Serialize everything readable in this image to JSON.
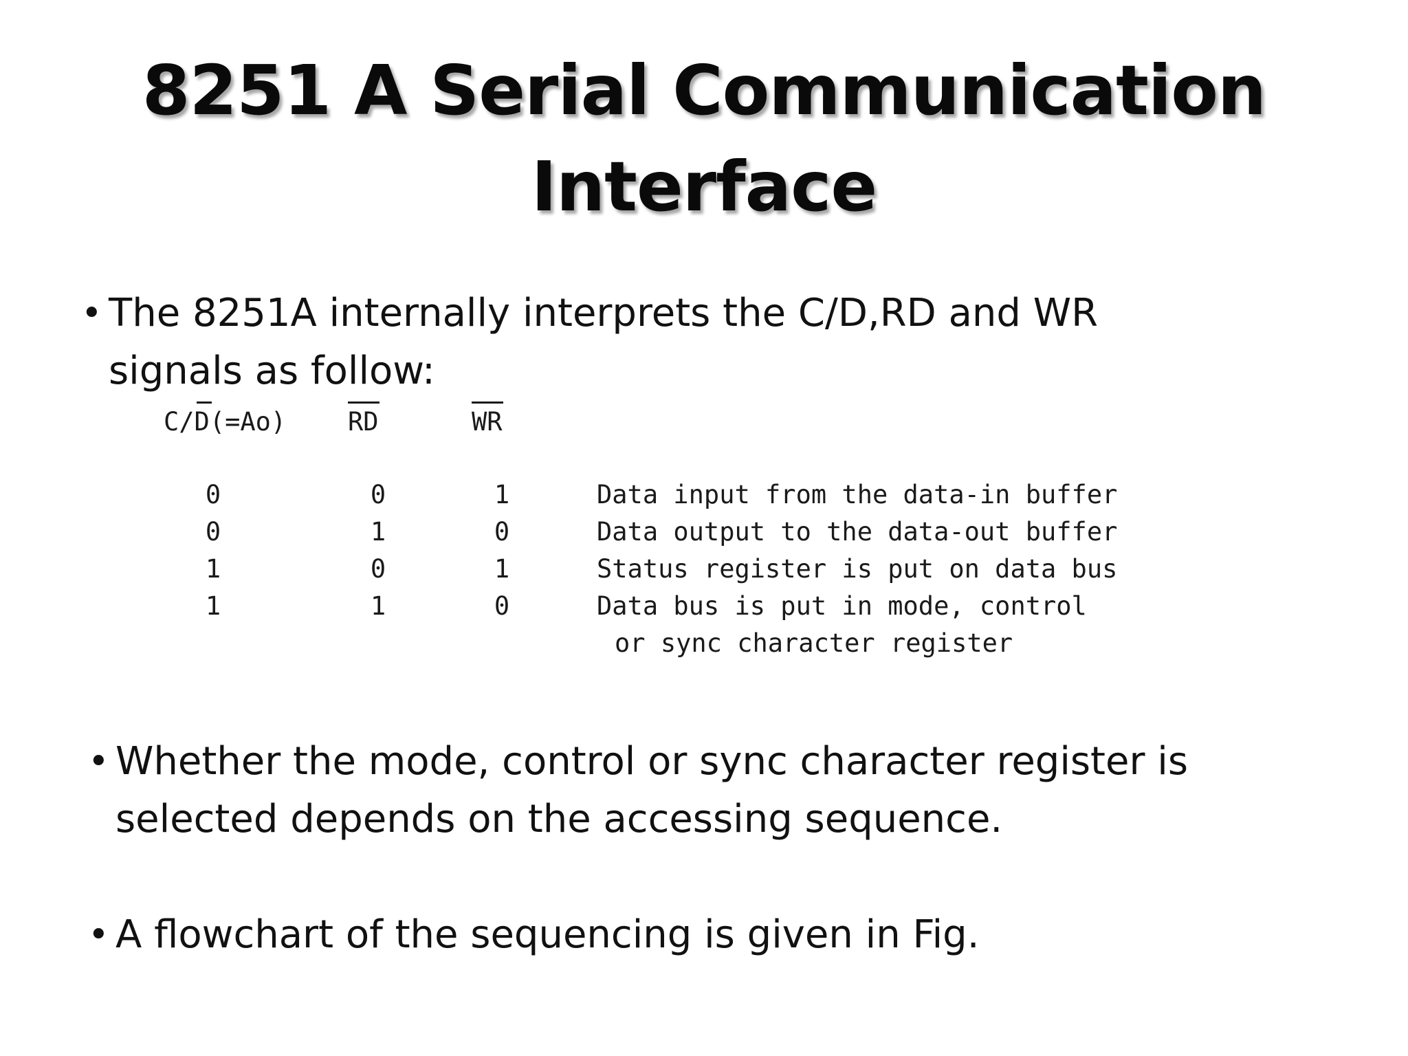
{
  "title": {
    "line1": "8251 A Serial Communication",
    "line2": "Interface"
  },
  "bullets": [
    {
      "symbol": "•",
      "line1": "The 8251A internally interprets  the C/D,RD and WR",
      "line2": "signals as follow:"
    },
    {
      "symbol": "•",
      "line1": "Whether the mode, control or sync character register is",
      "line2": "selected depends on the accessing sequence."
    },
    {
      "symbol": "•",
      "line1": "A flowchart of the sequencing  is given in Fig."
    }
  ],
  "signal_table": {
    "headers": [
      "C/D(=Ao)",
      "RD",
      "WR"
    ],
    "rows": [
      {
        "cd": "0",
        "rd": "0",
        "wr": "1",
        "desc": "Data input from the data-in buffer"
      },
      {
        "cd": "0",
        "rd": "1",
        "wr": "0",
        "desc": "Data output to the data-out buffer"
      },
      {
        "cd": "1",
        "rd": "0",
        "wr": "1",
        "desc": "Status register is put on data bus"
      },
      {
        "cd": "1",
        "rd": "1",
        "wr": "0",
        "desc": "Data bus is put in mode, control",
        "desc2": "or sync character register"
      }
    ]
  }
}
